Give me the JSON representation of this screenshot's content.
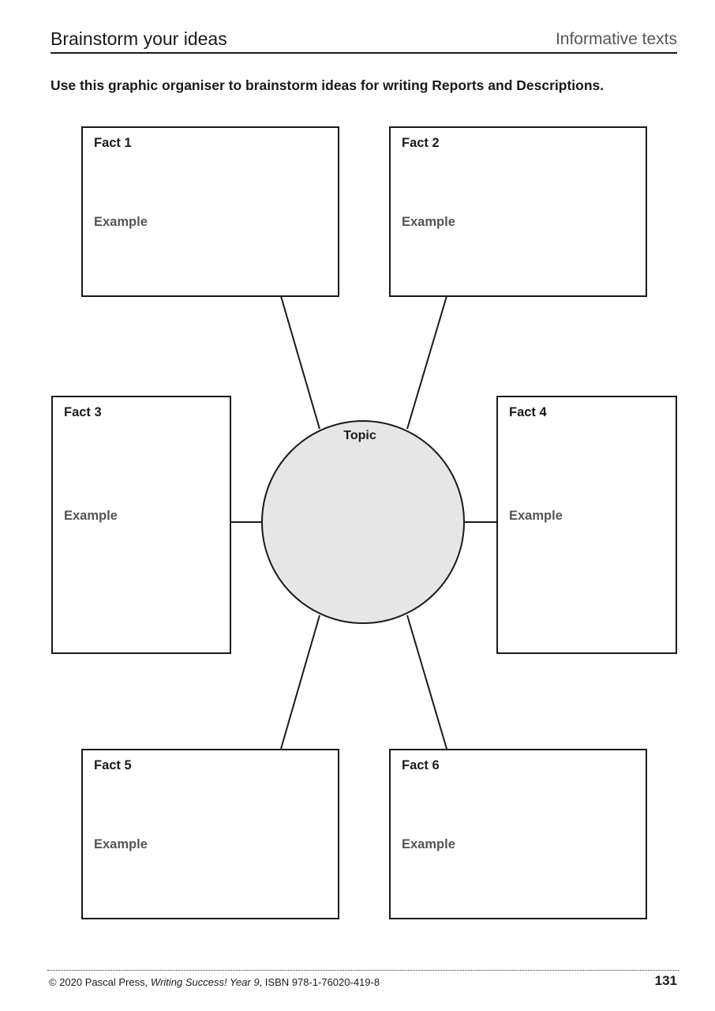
{
  "header": {
    "title": "Brainstorm your ideas",
    "section": "Informative texts"
  },
  "instruction": "Use this graphic organiser to brainstorm ideas for writing Reports and Descriptions.",
  "organiser": {
    "topic_label": "Topic",
    "topic_fill": "#e6e6e6",
    "facts": [
      {
        "label": "Fact 1",
        "example": "Example"
      },
      {
        "label": "Fact 2",
        "example": "Example"
      },
      {
        "label": "Fact 3",
        "example": "Example"
      },
      {
        "label": "Fact 4",
        "example": "Example"
      },
      {
        "label": "Fact 5",
        "example": "Example"
      },
      {
        "label": "Fact 6",
        "example": "Example"
      }
    ]
  },
  "footer": {
    "copyright_prefix": "© 2020 Pascal Press, ",
    "book_title": "Writing Success! Year 9",
    "isbn": ", ISBN 978-1-76020-419-8",
    "page_number": "131"
  }
}
